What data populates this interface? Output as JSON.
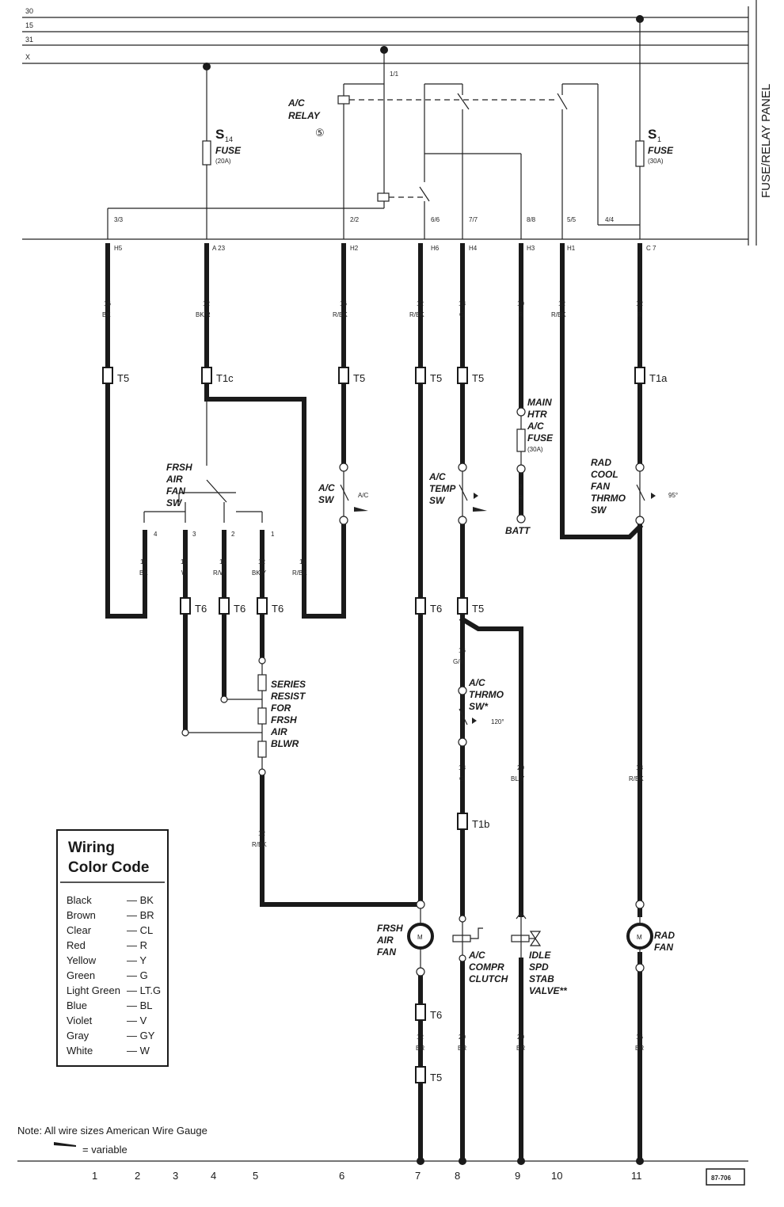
{
  "bus_labels": [
    "30",
    "15",
    "31",
    "X"
  ],
  "panel_label": "FUSE/RELAY PANEL",
  "relay": {
    "line1": "A/C",
    "line2": "RELAY",
    "number": "⑤",
    "terminal_top": "1/1"
  },
  "fuse_s14": {
    "name": "S",
    "sub": "14",
    "label": "FUSE",
    "rating": "(20A)"
  },
  "fuse_s1": {
    "name": "S",
    "sub": "1",
    "label": "FUSE",
    "rating": "(30A)"
  },
  "panel_terminals": [
    "3/3",
    "2/2",
    "6/6",
    "7/7",
    "8/8",
    "5/5",
    "4/4"
  ],
  "connectors": [
    "H5",
    "A 23",
    "H2",
    "H6",
    "H4",
    "H3",
    "H1",
    "C 7"
  ],
  "wires_top": [
    {
      "gauge": "16",
      "color": "BK"
    },
    {
      "gauge": "12",
      "color": "BK/R"
    },
    {
      "gauge": "16",
      "color": "R/BK"
    },
    {
      "gauge": "12",
      "color": "R/BK"
    },
    {
      "gauge": "18",
      "color": "G"
    },
    {
      "gauge": "10",
      "color": "R"
    },
    {
      "gauge": "12",
      "color": "R/BK"
    },
    {
      "gauge": "12",
      "color": "R"
    }
  ],
  "t_connectors": {
    "t5": "T5",
    "t1c": "T1c",
    "t1a": "T1a",
    "t6": "T6",
    "t1b": "T1b"
  },
  "components": {
    "frsh_fan_sw": [
      "FRSH",
      "AIR",
      "FAN",
      "SW"
    ],
    "fan_sw_positions": [
      "4",
      "3",
      "2",
      "1"
    ],
    "ac_sw": [
      "A/C",
      "SW"
    ],
    "ac_sw_mark": "A/C",
    "ac_temp_sw": [
      "A/C",
      "TEMP",
      "SW"
    ],
    "main_htr_fuse": [
      "MAIN",
      "HTR",
      "A/C",
      "FUSE"
    ],
    "main_htr_rating": "(30A)",
    "batt": "BATT",
    "rad_thermo": [
      "RAD",
      "COOL",
      "FAN",
      "THRMO",
      "SW"
    ],
    "rad_thermo_temp": "95°",
    "series_resist": [
      "SERIES",
      "RESIST",
      "FOR",
      "FRSH",
      "AIR",
      "BLWR"
    ],
    "ac_thermo_sw": [
      "A/C",
      "THRMO",
      "SW*"
    ],
    "ac_thermo_temp": "120°",
    "frsh_air_fan": [
      "FRSH",
      "AIR",
      "FAN"
    ],
    "ac_compr_clutch": [
      "A/C",
      "COMPR",
      "CLUTCH"
    ],
    "idle_valve": [
      "IDLE",
      "SPD",
      "STAB",
      "VALVE**"
    ],
    "rad_fan": [
      "RAD",
      "FAN"
    ],
    "motor_symbol": "M"
  },
  "wires_mid": [
    {
      "gauge": "16",
      "color": "BK"
    },
    {
      "gauge": "12",
      "color": "W"
    },
    {
      "gauge": "12",
      "color": "R/W"
    },
    {
      "gauge": "12",
      "color": "BK/Y"
    },
    {
      "gauge": "12",
      "color": "R/BK"
    }
  ],
  "wires_other": {
    "batt_wire": {
      "gauge": "8",
      "color": "R"
    },
    "gy_wire": {
      "gauge": "16",
      "color": "G/Y"
    },
    "g18": {
      "gauge": "18",
      "color": "G"
    },
    "bly": {
      "gauge": "20",
      "color": "BL/Y"
    },
    "rbk18": {
      "gauge": "18",
      "color": "R/BK"
    },
    "rbk12": {
      "gauge": "12",
      "color": "R/BK"
    }
  },
  "wires_bottom": [
    {
      "gauge": "12",
      "color": "BR"
    },
    {
      "gauge": "20",
      "color": "BR"
    },
    {
      "gauge": "20",
      "color": "BR"
    },
    {
      "gauge": "16",
      "color": "BR"
    }
  ],
  "color_code": {
    "title1": "Wiring",
    "title2": "Color Code",
    "rows": [
      {
        "name": "Black",
        "code": "— BK"
      },
      {
        "name": "Brown",
        "code": "— BR"
      },
      {
        "name": "Clear",
        "code": "— CL"
      },
      {
        "name": "Red",
        "code": "— R"
      },
      {
        "name": "Yellow",
        "code": "— Y"
      },
      {
        "name": "Green",
        "code": "— G"
      },
      {
        "name": "Light Green",
        "code": "— LT.G"
      },
      {
        "name": "Blue",
        "code": "— BL"
      },
      {
        "name": "Violet",
        "code": "— V"
      },
      {
        "name": "Gray",
        "code": "— GY"
      },
      {
        "name": "White",
        "code": "— W"
      }
    ]
  },
  "note": "Note: All wire sizes American Wire Gauge",
  "variable_label": "= variable",
  "column_numbers": [
    "1",
    "2",
    "3",
    "4",
    "5",
    "6",
    "7",
    "8",
    "9",
    "10",
    "11"
  ],
  "diagram_id": "87-706"
}
